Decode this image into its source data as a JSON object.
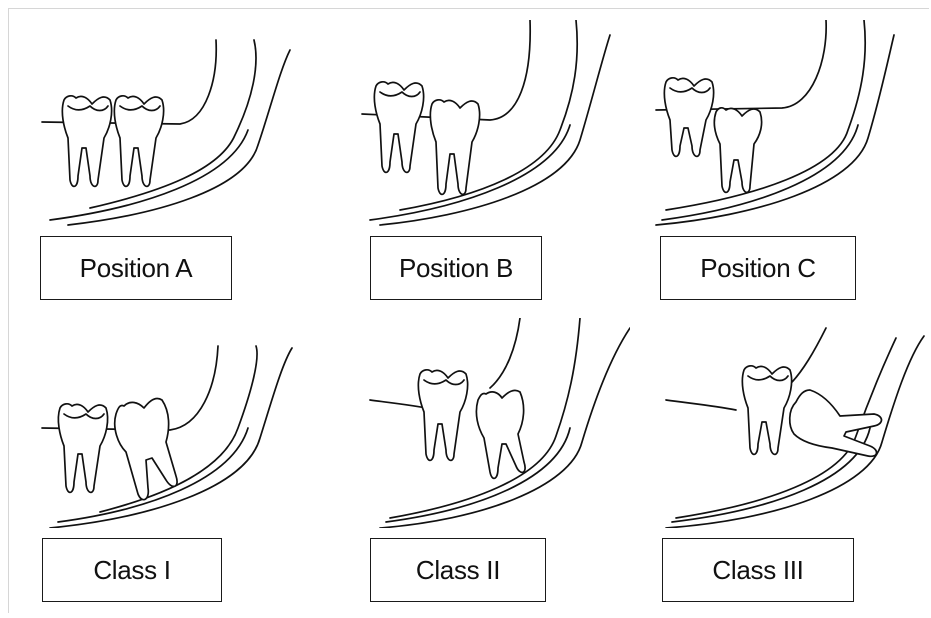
{
  "labels": {
    "position_a": "Position A",
    "position_b": "Position B",
    "position_c": "Position C",
    "class_1": "Class I",
    "class_2": "Class II",
    "class_3": "Class III"
  },
  "colors": {
    "line": "#111111",
    "background": "#ffffff",
    "frame": "#d6d6d6"
  }
}
